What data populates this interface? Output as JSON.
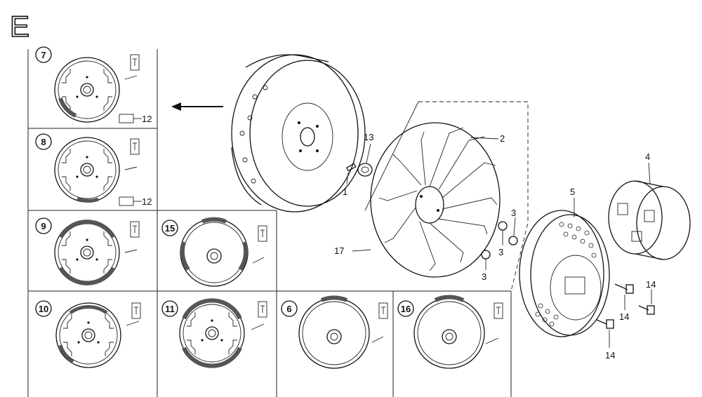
{
  "section_letter": "E",
  "panels": [
    {
      "num": "7",
      "ref": "12"
    },
    {
      "num": "8",
      "ref": "12"
    },
    {
      "num": "9"
    },
    {
      "num": "15"
    },
    {
      "num": "10"
    },
    {
      "num": "11"
    },
    {
      "num": "6"
    },
    {
      "num": "16"
    }
  ],
  "part_labels": [
    "13",
    "1",
    "2",
    "17",
    "3",
    "3",
    "3",
    "5",
    "4",
    "14",
    "14",
    "14"
  ]
}
